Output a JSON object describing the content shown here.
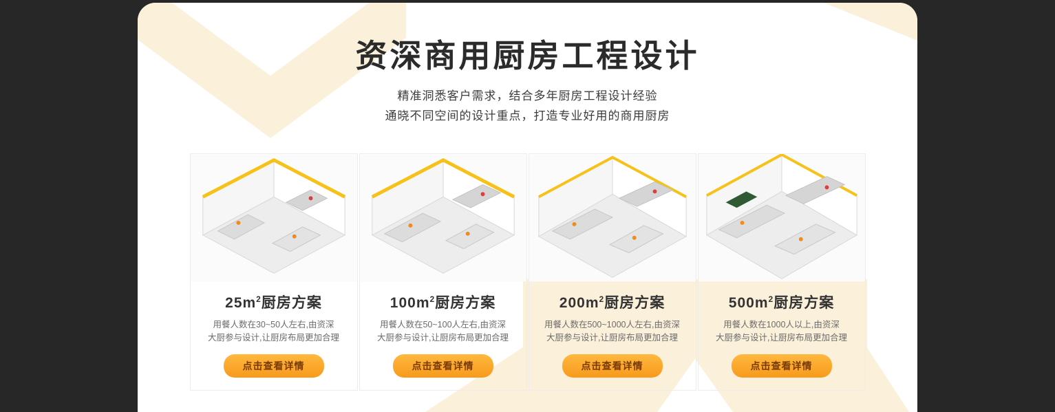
{
  "page": {
    "title": "资深商用厨房工程设计",
    "subtitle_line1": "精准洞悉客户需求，结合多年厨房工程设计经验",
    "subtitle_line2": "通晓不同空间的设计重点，打造专业好用的商用厨房"
  },
  "colors": {
    "accent_orange": "#f79a1d",
    "cream_decor": "#fbf0da",
    "dark_background": "#272727",
    "button_text": "#793a05"
  },
  "cards": [
    {
      "title_prefix": "25m",
      "title_sup": "2",
      "title_suffix": "厨房方案",
      "desc_line1": "用餐人数在30~50人左右,由资深",
      "desc_line2": "大厨参与设计,让厨房布局更加合理",
      "button_label": "点击查看详情"
    },
    {
      "title_prefix": "100m",
      "title_sup": "2",
      "title_suffix": "厨房方案",
      "desc_line1": "用餐人数在50~100人左右,由资深",
      "desc_line2": "大厨参与设计,让厨房布局更加合理",
      "button_label": "点击查看详情"
    },
    {
      "title_prefix": "200m",
      "title_sup": "2",
      "title_suffix": "厨房方案",
      "desc_line1": "用餐人数在500~1000人左右,由资深",
      "desc_line2": "大厨参与设计,让厨房布局更加合理",
      "button_label": "点击查看详情"
    },
    {
      "title_prefix": "500m",
      "title_sup": "2",
      "title_suffix": "厨房方案",
      "desc_line1": "用餐人数在1000人以上,由资深",
      "desc_line2": "大厨参与设计,让厨房布局更加合理",
      "button_label": "点击查看详情"
    }
  ]
}
